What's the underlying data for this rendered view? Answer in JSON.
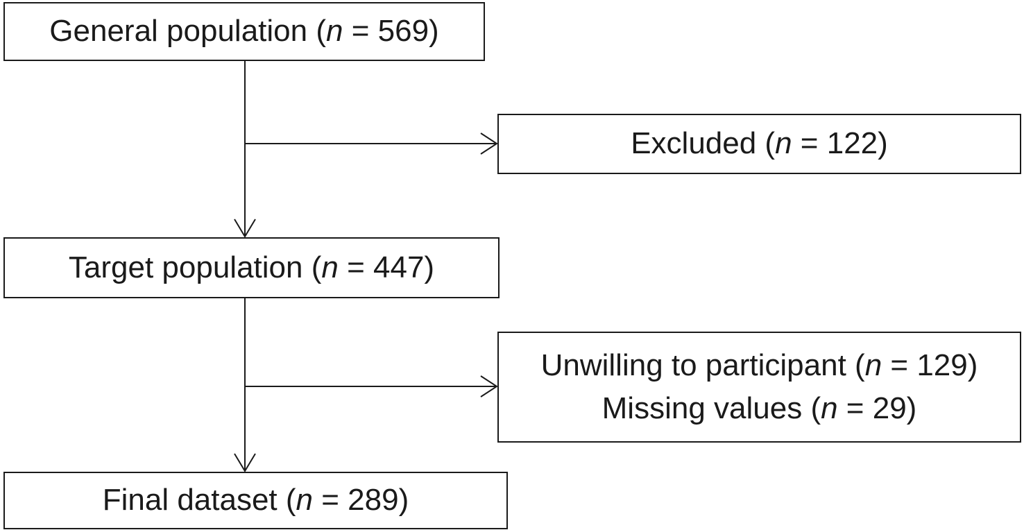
{
  "flowchart": {
    "nodes": {
      "general": {
        "label": "General population (",
        "n_symbol": "n",
        "value": " = 569)"
      },
      "excluded": {
        "label": "Excluded (",
        "n_symbol": "n",
        "value": " = 122)"
      },
      "target": {
        "label": "Target population (",
        "n_symbol": "n",
        "value": " = 447)"
      },
      "unwilling": {
        "line1": {
          "label": "Unwilling to participant (",
          "n_symbol": "n",
          "value": " = 129)"
        },
        "line2": {
          "label": "Missing values (",
          "n_symbol": "n",
          "value": " = 29)"
        }
      },
      "final": {
        "label": "Final dataset (",
        "n_symbol": "n",
        "value": " = 289)"
      }
    },
    "edges": [
      {
        "from": "general",
        "to": "target"
      },
      {
        "from": "general",
        "to": "excluded"
      },
      {
        "from": "target",
        "to": "final"
      },
      {
        "from": "target",
        "to": "unwilling"
      }
    ],
    "colors": {
      "stroke": "#1a1a1a",
      "background": "#ffffff"
    }
  }
}
